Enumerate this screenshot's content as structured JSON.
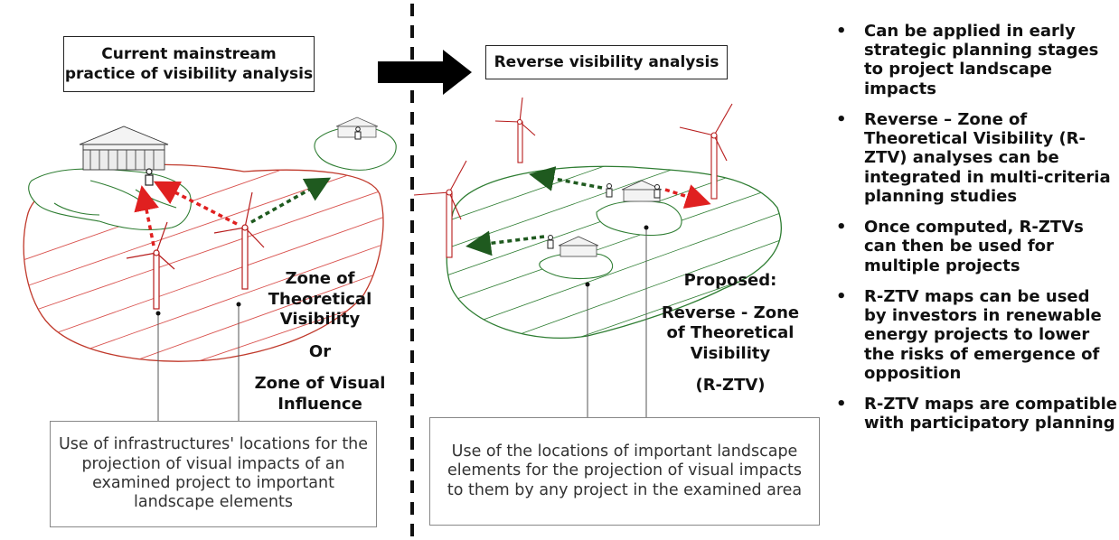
{
  "left_panel": {
    "title": "Current mainstream practice of visibility analysis",
    "zone_label": [
      "Zone of Theoretical Visibility",
      "Or",
      "Zone of Visual Influence"
    ],
    "caption": "Use of infrastructures' locations for the projection of visual impacts of an examined project to important landscape elements"
  },
  "right_panel": {
    "title": "Reverse visibility analysis",
    "zone_label": [
      "Proposed:",
      "Reverse - Zone of Theoretical Visibility",
      "(R-ZTV)"
    ],
    "caption": "Use of the locations of important landscape elements for the projection of visual impacts to them by any project in the examined area"
  },
  "bullets": [
    "Can be applied in early strategic planning stages to project landscape impacts",
    "Reverse – Zone of Theoretical Visibility (R-ZTV) analyses can be integrated in multi-criteria planning studies",
    "Once computed, R-ZTVs can then be used for multiple projects",
    "R-ZTV maps can be used by investors in renewable energy projects to lower the risks of emergence of opposition",
    "R-ZTV maps are compatible with participatory planning"
  ],
  "colors": {
    "zone_left": "#c0392b",
    "zone_right": "#2e7d32",
    "arrow_red": "#e02020",
    "arrow_green": "#1f5a1f",
    "divider": "#111111"
  }
}
